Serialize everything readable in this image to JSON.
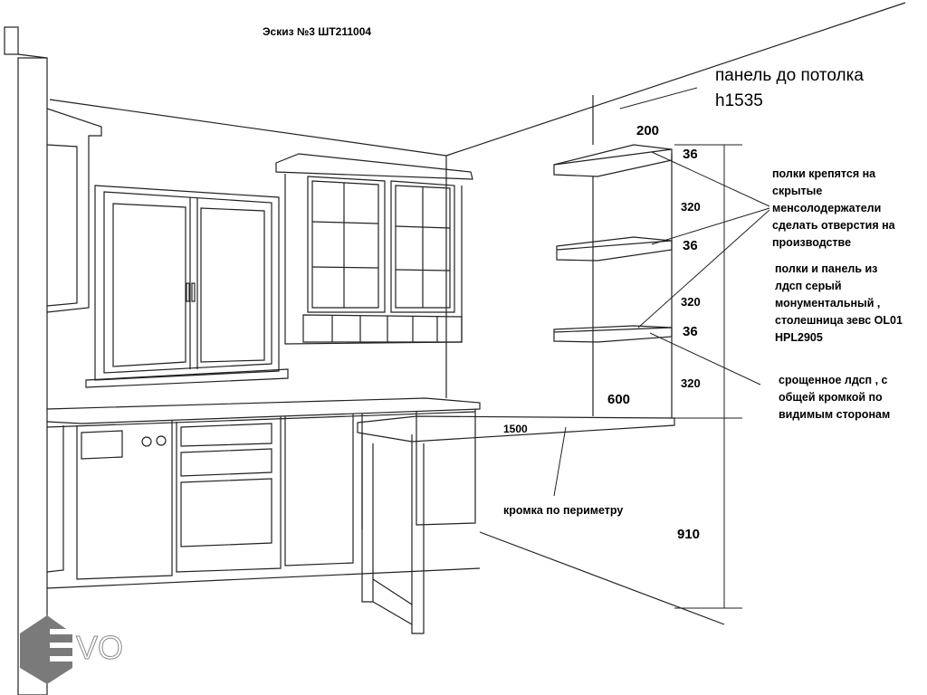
{
  "title": "Эскиз №3 ШТ211004",
  "panel_note": {
    "line1": "панель до потолка",
    "line2": "h1535"
  },
  "dimensions": {
    "panel_width": "200",
    "shelf_thickness_1": "36",
    "shelf_gap_1": "320",
    "shelf_thickness_2": "36",
    "shelf_gap_2": "320",
    "shelf_thickness_3": "36",
    "shelf_gap_3": "320",
    "counter_depth": "600",
    "counter_length": "1500",
    "counter_height": "910"
  },
  "notes": {
    "shelf_mount": "полки крепятся на\nскрытые\nменсолодержатели\nсделать отверстия на\nпроизводстве",
    "materials": "полки и панель из\nлдсп серый\nмонументальный ,\nстолешница зевс OL01\nHPL2905",
    "joined": "срощенное лдсп , с\nобщей кромкой по\nвидимым сторонам",
    "edge": "кромка по периметру"
  },
  "logo": {
    "text": "EVO",
    "color": "#7a7a7a"
  }
}
